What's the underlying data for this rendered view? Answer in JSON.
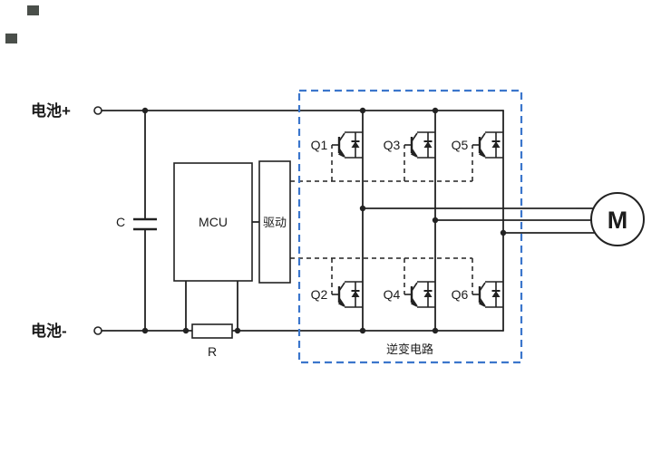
{
  "diagram": {
    "battery_plus": "电池+",
    "battery_minus": "电池-",
    "capacitor_label": "C",
    "mcu_label": "MCU",
    "driver_label": "驱动",
    "resistor_label": "R",
    "inverter_label": "逆变电路",
    "motor_label": "M",
    "transistors": [
      {
        "label": "Q1"
      },
      {
        "label": "Q2"
      },
      {
        "label": "Q3"
      },
      {
        "label": "Q4"
      },
      {
        "label": "Q5"
      },
      {
        "label": "Q6"
      }
    ],
    "colors": {
      "wire": "#222222",
      "inverter_box": "#3b76cc",
      "background": "#ffffff"
    }
  }
}
